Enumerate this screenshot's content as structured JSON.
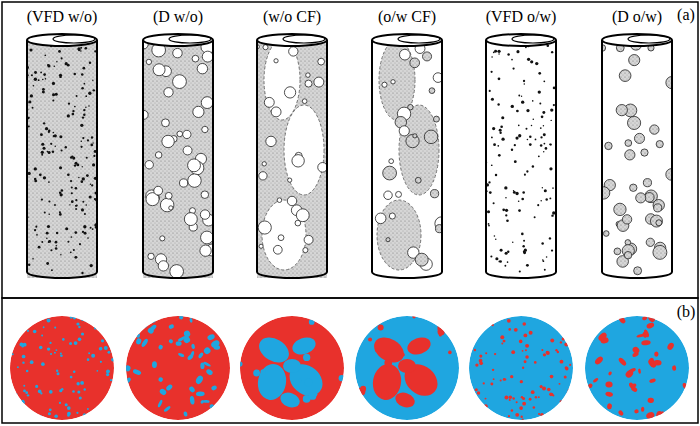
{
  "diagram": {
    "labels": [
      "(VFD w/o)",
      "(D w/o)",
      "(w/o CF)",
      "(o/w CF)",
      "(VFD o/w)",
      "(D o/w)",
      "(a)",
      "(b)"
    ]
  }
}
